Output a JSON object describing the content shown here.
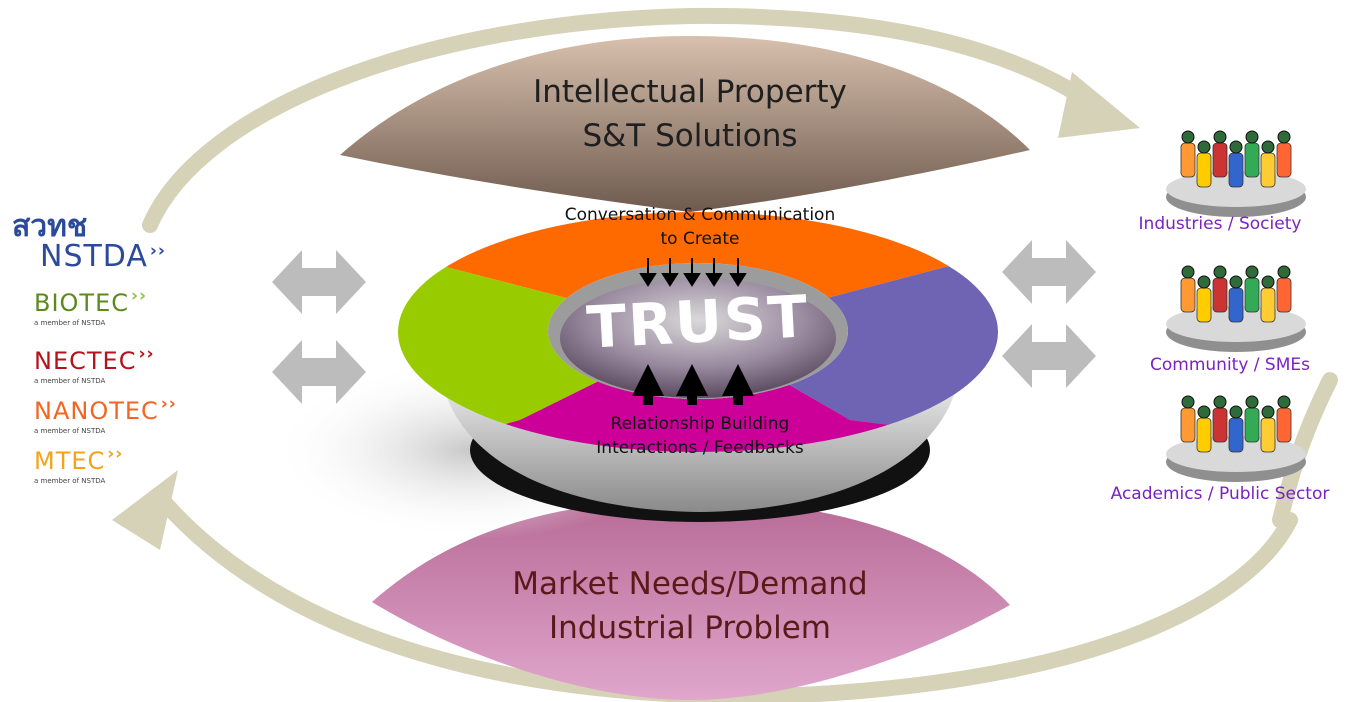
{
  "top_label": {
    "line1": "Intellectual Property",
    "line2": "S&T Solutions"
  },
  "bottom_label": {
    "line1": "Market Needs/Demand",
    "line2": "Industrial Problem"
  },
  "ring_top_label": {
    "line1": "Conversation & Communication",
    "line2": "to Create"
  },
  "ring_bottom_label": {
    "line1": "Relationship Building",
    "line2": "Interactions / Feedbacks"
  },
  "center_word": "TRUST",
  "logos": [
    {
      "thai": "สวทช",
      "name": "NSTDA",
      "sub": "",
      "color": "#2b4a9c",
      "accent": "#2b4a9c"
    },
    {
      "name": "BIOTEC",
      "sub": "a member of NSTDA",
      "color": "#5c8a1e",
      "accent": "#8dc63f"
    },
    {
      "name": "NECTEC",
      "sub": "a member of NSTDA",
      "color": "#b5121b",
      "accent": "#b5121b"
    },
    {
      "name": "NANOTEC",
      "sub": "a member of NSTDA",
      "color": "#f26522",
      "accent": "#f26522"
    },
    {
      "name": "MTEC",
      "sub": "a member of NSTDA",
      "color": "#f7a11a",
      "accent": "#f7a11a"
    }
  ],
  "groups": [
    {
      "label": "Industries / Society"
    },
    {
      "label": "Community / SMEs"
    },
    {
      "label": "Academics / Public Sector"
    }
  ],
  "colors": {
    "ring_orange": "#ff6a00",
    "ring_green": "#99cc00",
    "ring_purple": "#6f63b3",
    "ring_magenta": "#cc0099",
    "loop_arrow": "#d6d2b8",
    "double_arrow": "#b8b8b8",
    "group_text": "#7a22c4"
  }
}
